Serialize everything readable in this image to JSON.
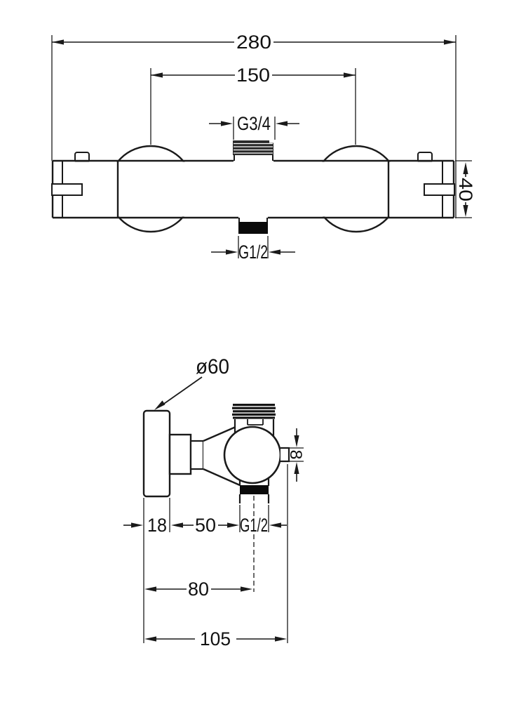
{
  "page": {
    "background": "#ffffff",
    "line_color": "#1a1a1a",
    "description": "Technical dimension drawing of a thermostatic bar shower mixer, front view and side view"
  },
  "front_view": {
    "dims": {
      "total_width": "280",
      "handle_centers": "150",
      "top_thread": "G3/4",
      "body_height": "40",
      "bottom_outlet_thread": "G1/2"
    }
  },
  "side_view": {
    "dims": {
      "flange_diameter": "ø60",
      "side_tab_height": "8",
      "flange_depth": "18",
      "flange_to_outlet": "50",
      "bottom_outlet_thread": "G1/2",
      "wall_to_outlet_axis": "80",
      "total_depth": "105"
    }
  }
}
